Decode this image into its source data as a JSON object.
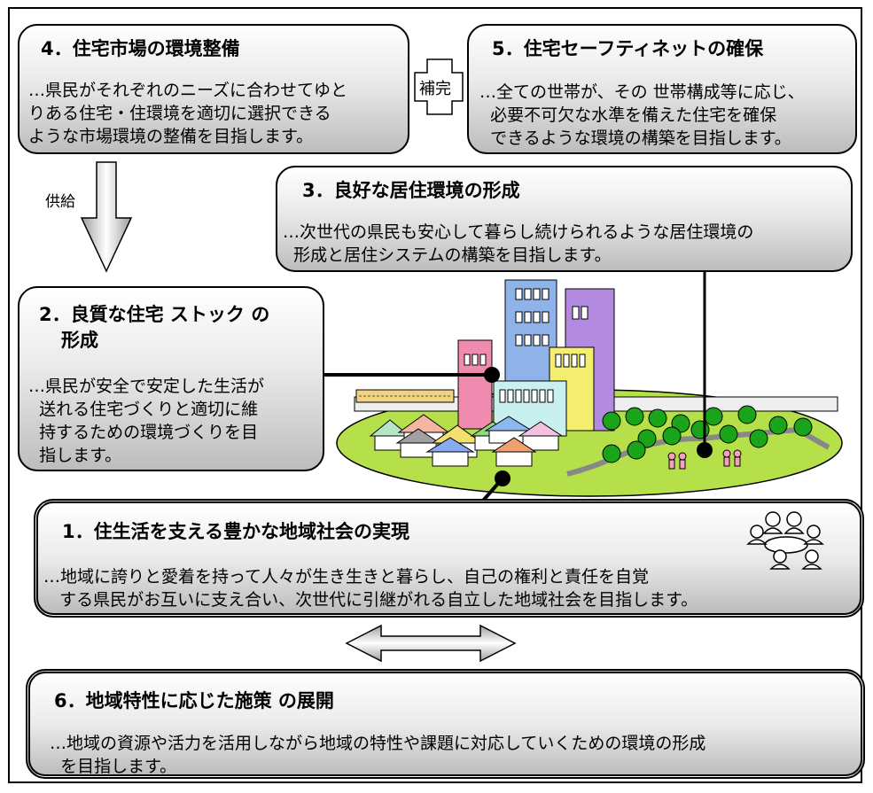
{
  "boxes": {
    "b4": {
      "title": "4．住宅市場の環境整備",
      "desc": "…県民がそれぞれのニーズに合わせてゆと\nりある住宅・住環境を適切に選択できる\nような市場環境の整備を目指します。"
    },
    "b5": {
      "title": "5．住宅セーフティネットの確保",
      "desc": "…全ての世帯が、その 世帯構成等に応じ、\n  必要不可欠な水準を備えた住宅を確保\n  できるような環境の構築を目指します。"
    },
    "b3": {
      "title": "3．良好な居住環境の形成",
      "desc": "…次世代の県民も安心して暮らし続けられるような居住環境の\n  形成と居住システムの構築を目指します。"
    },
    "b2": {
      "title1": "2．良質な住宅 ストック の",
      "title2": "形成",
      "desc": "…県民が安全で安定した生活が\n  送れる住宅づくりと適切に維\n  持するための環境づくりを目\n  指します。"
    },
    "b1": {
      "title": "1．住生活を支える豊かな地域社会の実現",
      "desc": "…地域に誇りと愛着を持って人々が生き生きと暮らし、自己の権利と責任を自覚\n   する県民がお互いに支え合い、次世代に引継がれる自立した地域社会を目指します。"
    },
    "b6": {
      "title": "6．地域特性に応じた施策 の展開",
      "desc": "…地域の資源や活力を活用しながら地域の特性や課題に対応していくための環境の形成\n  を目指します。"
    }
  },
  "labels": {
    "complement": "補完",
    "supply": "供給"
  },
  "icons": {
    "cityscape": "city-illustration-icon",
    "meeting": "meeting-people-icon",
    "double_arrow": "double-arrow-icon",
    "down_arrow": "down-arrow-icon"
  }
}
